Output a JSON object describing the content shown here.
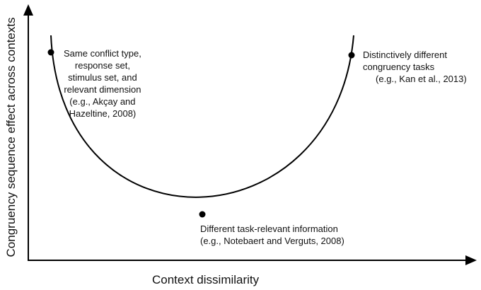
{
  "axes": {
    "y_label": "Congruency sequence effect across contexts",
    "x_label": "Context dissimilarity"
  },
  "points": {
    "same": {
      "text": "Same conflict type,\nresponse set,\nstimulus set, and\nrelevant dimension\n(e.g., Akçay and\nHazeltine, 2008)"
    },
    "distinct": {
      "text": "Distinctively different\ncongruency tasks\n     (e.g., Kan et al., 2013)"
    },
    "different": {
      "text": "Different task-relevant information\n(e.g., Notebaert and Verguts, 2008)"
    }
  },
  "colors": {
    "line": "#000000",
    "text": "#111111"
  }
}
